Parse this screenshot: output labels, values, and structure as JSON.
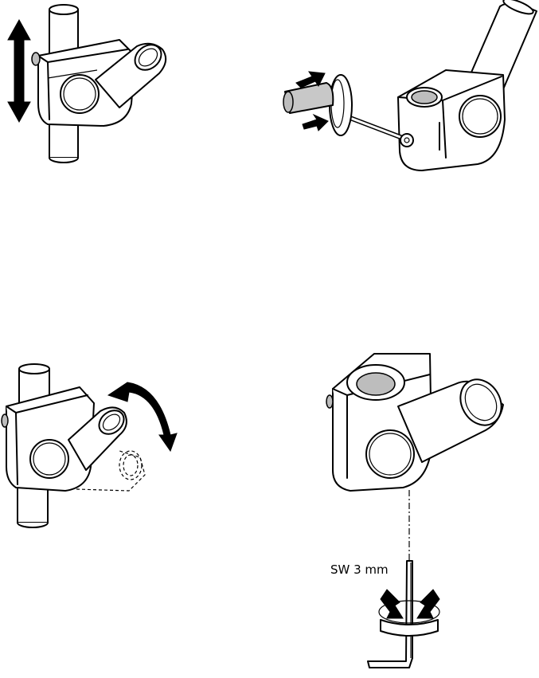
{
  "panels": [
    {
      "id": "adjust-height",
      "arrow": "vertical-double-arrow-icon"
    },
    {
      "id": "tighten-knob",
      "arrow": "rotate-arrows-icon"
    },
    {
      "id": "rotate-arm",
      "arrow": "curved-double-arrow-icon"
    },
    {
      "id": "hex-key",
      "arrow": "rotate-arrows-icon"
    }
  ],
  "labels": {
    "hex_key_size": "SW 3 mm"
  }
}
